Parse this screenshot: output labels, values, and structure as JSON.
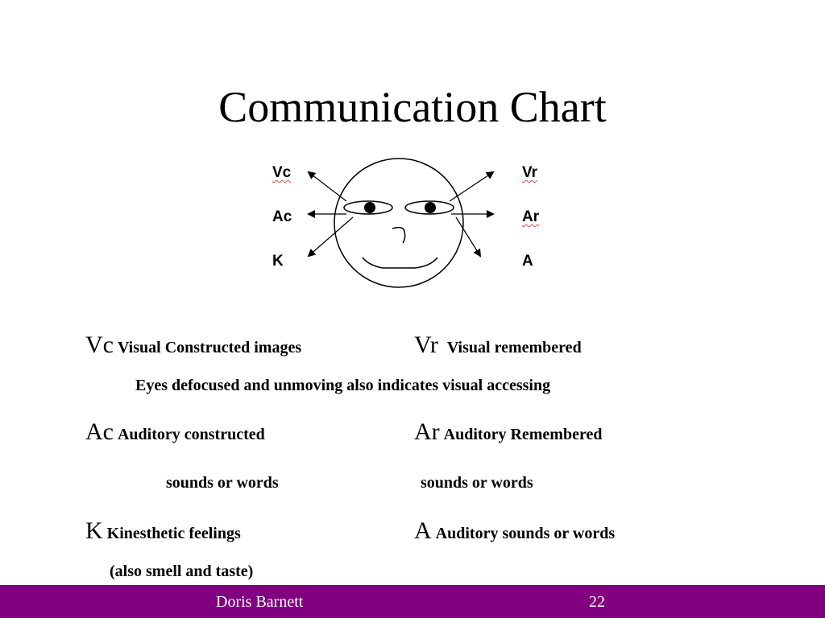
{
  "title": "Communication Chart",
  "diagram": {
    "labels": {
      "vc": "Vc",
      "ac": "Ac",
      "k": "K",
      "vr": "Vr",
      "ar": "Ar",
      "a": "A"
    }
  },
  "rows": {
    "vc": {
      "abbr": "Vc",
      "desc": "Visual Constructed images"
    },
    "vr": {
      "abbr": "Vr",
      "desc": "Visual remembered"
    },
    "note": "Eyes defocused and unmoving also indicates visual accessing",
    "ac": {
      "abbr": "Ac",
      "desc": "Auditory constructed"
    },
    "ar": {
      "abbr": "Ar",
      "desc": "Auditory Remembered"
    },
    "ac_sub": "sounds or words",
    "ar_sub": "sounds or words",
    "k": {
      "abbr": "K",
      "desc": "Kinesthetic feelings"
    },
    "a": {
      "abbr": "A",
      "desc": "Auditory sounds or words"
    },
    "k_sub": "(also smell and taste)"
  },
  "footer": {
    "author": "Doris Barnett",
    "page": "22",
    "color": "#800080"
  }
}
